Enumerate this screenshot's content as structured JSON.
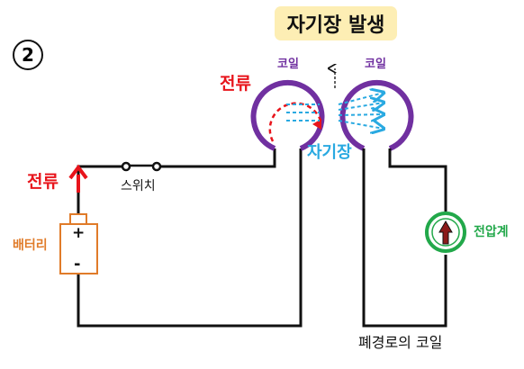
{
  "title": "자기장 발생",
  "step_number": "2",
  "labels": {
    "current_top": "전류",
    "current_left": "전류",
    "coil_left": "코일",
    "coil_right": "코일",
    "magnetic_field": "자기장",
    "switch": "스위치",
    "battery": "배터리",
    "plus": "+",
    "minus": "-",
    "voltmeter": "전압계",
    "closed_coil": "폐경로의 코일"
  },
  "colors": {
    "current": "#e8141b",
    "coil": "#7030a0",
    "field": "#29a9e1",
    "battery": "#e07b29",
    "voltmeter": "#22a84a",
    "wire": "#111111",
    "title_bg": "#fdeeb4"
  }
}
